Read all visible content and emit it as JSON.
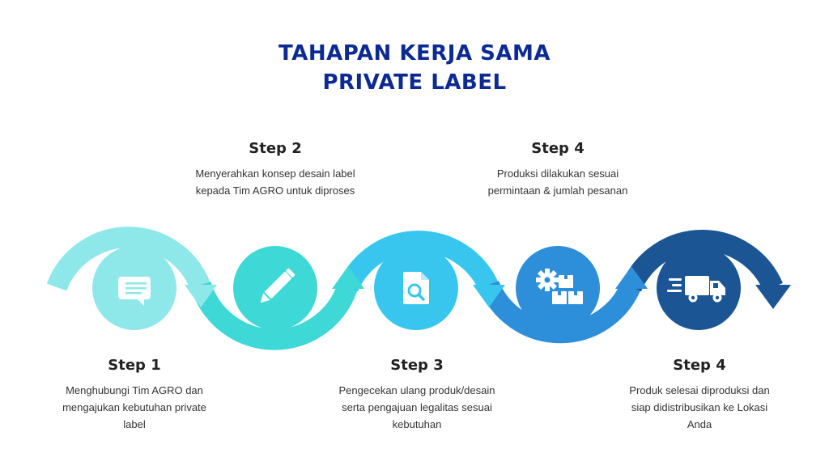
{
  "title": {
    "line1": "TAHAPAN KERJA SAMA",
    "line2": "PRIVATE LABEL"
  },
  "steps": [
    {
      "title": "Step 1",
      "description": "Menghubungi Tim AGRO dan mengajukan kebutuhan private label",
      "icon": "chat-bubble-icon",
      "color": "#8ee8ea"
    },
    {
      "title": "Step 2",
      "description": "Menyerahkan konsep desain label kepada Tim AGRO untuk diproses",
      "icon": "pencil-icon",
      "color": "#3ed8d6"
    },
    {
      "title": "Step 3",
      "description": "Pengecekan ulang produk/desain serta pengajuan legalitas sesuai kebutuhan",
      "icon": "document-search-icon",
      "color": "#38c6ef"
    },
    {
      "title": "Step 4",
      "description": "Produksi dilakukan sesuai permintaan & jumlah pesanan",
      "icon": "production-gear-boxes-icon",
      "color": "#2d8ed9"
    },
    {
      "title": "Step 4",
      "description": "Produk selesai diproduksi dan siap didistribusikan ke Lokasi Anda",
      "icon": "delivery-truck-icon",
      "color": "#1b5593"
    }
  ],
  "colors": {
    "title": "#0d2a94",
    "arc1": "#8ee8ea",
    "arc2": "#3ed8d6",
    "arc3": "#38c6ef",
    "arc4": "#2d8ed9",
    "arc5": "#1b5593"
  }
}
